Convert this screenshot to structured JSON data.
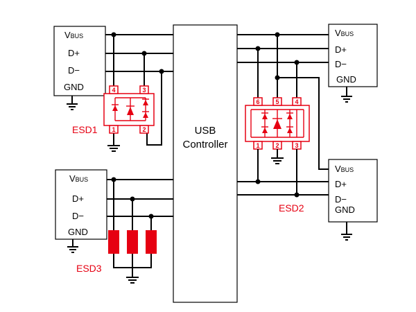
{
  "controller": {
    "line1": "USB",
    "line2": "Controller"
  },
  "port_labels": {
    "vbus_main": "V",
    "vbus_sub": "BUS",
    "dplus": "D+",
    "dminus": "D−",
    "gnd": "GND"
  },
  "esd_labels": {
    "esd1": "ESD1",
    "esd2": "ESD2",
    "esd3": "ESD3"
  },
  "esd1_pins": [
    "4",
    "3",
    "1",
    "2"
  ],
  "esd2_pins": [
    "6",
    "5",
    "4",
    "1",
    "2",
    "3"
  ],
  "colors": {
    "accent": "#e60012",
    "line": "#000000"
  }
}
